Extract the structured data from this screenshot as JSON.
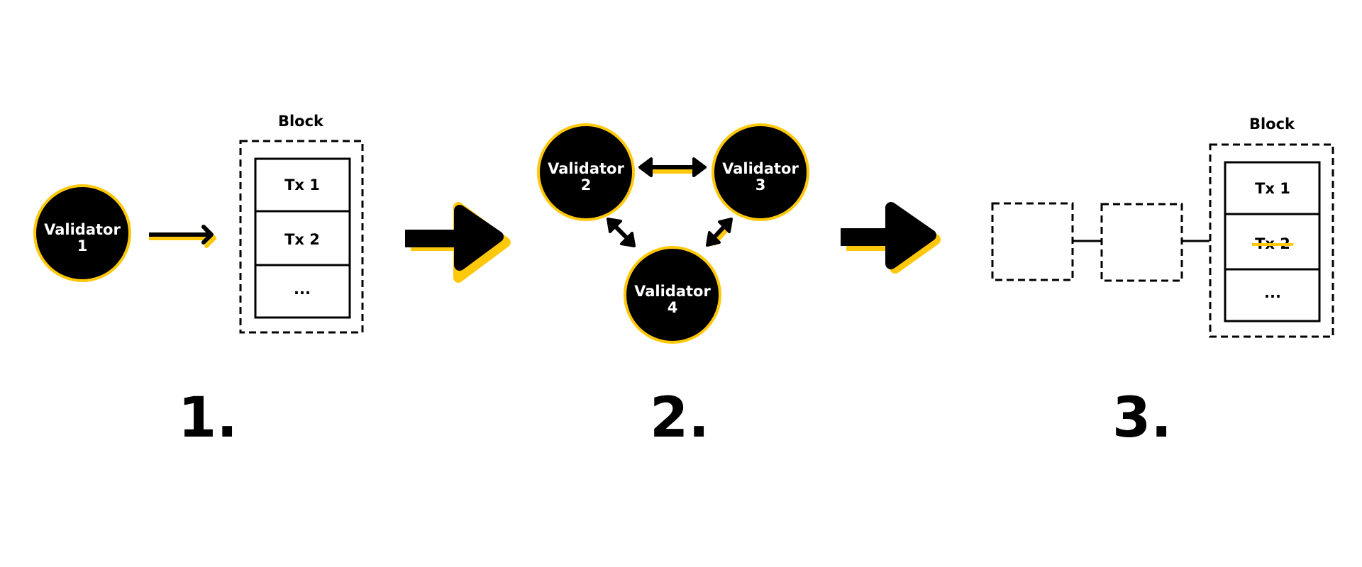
{
  "colors": {
    "accent": "#FFC80A",
    "ink": "#000000",
    "background": "#FFFFFF"
  },
  "step1": {
    "number": "1.",
    "validator": {
      "line1": "Validator",
      "line2": "1"
    },
    "block": {
      "title": "Block",
      "transactions": [
        "Tx 1",
        "Tx 2",
        "..."
      ]
    }
  },
  "step2": {
    "number": "2.",
    "validators": [
      {
        "line1": "Validator",
        "line2": "2"
      },
      {
        "line1": "Validator",
        "line2": "3"
      },
      {
        "line1": "Validator",
        "line2": "4"
      }
    ]
  },
  "step3": {
    "number": "3.",
    "block": {
      "title": "Block",
      "transactions": [
        "Tx 1",
        "Tx 2",
        "..."
      ],
      "struck_transaction": "Tx 2"
    }
  }
}
